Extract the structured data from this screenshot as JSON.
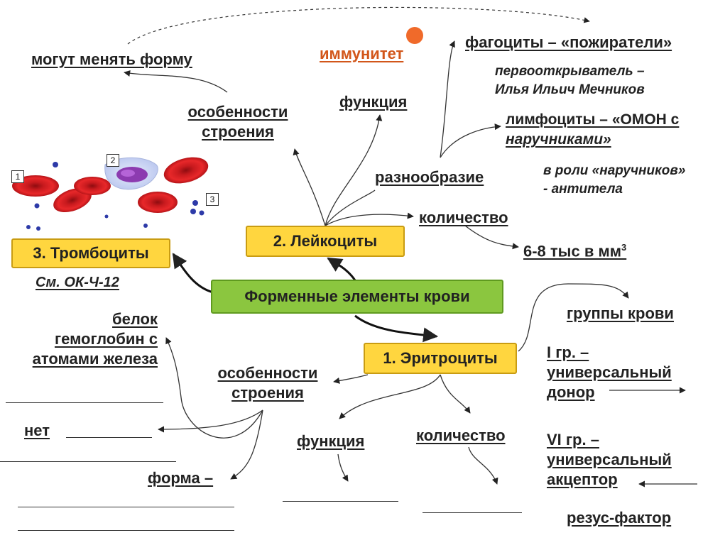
{
  "center": "Форменные элементы крови",
  "erythrocytes": {
    "title": "1. Эритроциты",
    "structure": [
      "особенности",
      "строения"
    ],
    "protein": [
      "белок",
      "гемоглобин с",
      "атомами железа"
    ],
    "nucleus": "нет",
    "shape": "форма –",
    "function": "функция",
    "quantity": "количество",
    "groups": "группы крови",
    "group1": [
      "I гр. –",
      "универсальный",
      "донор"
    ],
    "group4": [
      "VI гр. –",
      "универсальный",
      "акцептор"
    ],
    "rh": "резус-фактор"
  },
  "leukocytes": {
    "title": "2. Лейкоциты",
    "structure": [
      "особенности",
      "строения"
    ],
    "change_shape": "могут менять форму",
    "function": "функция",
    "immunity": "иммунитет",
    "diversity": "разнообразие",
    "phagocytes": "фагоциты – «пожиратели»",
    "discoverer": [
      "первооткрыватель –",
      "Илья Ильич Мечников"
    ],
    "lymphocytes": [
      "лимфоциты – «ОМОН с",
      "наручниками»"
    ],
    "antibodies": [
      "в роли «наручников»",
      "- антитела"
    ],
    "quantity": "количество",
    "quantity_value": "6-8 тыс в мм",
    "quantity_sup": "3"
  },
  "thrombocytes": {
    "title": "3. Тромбоциты",
    "ref": "См. ОК-Ч-12"
  },
  "illustration": {
    "labels": [
      "1",
      "2",
      "3"
    ]
  },
  "colors": {
    "yellow_box": "#ffd63f",
    "green_box": "#8bc63f",
    "immunity_dot": "#f06a2a",
    "red_cell": "#d81e22"
  }
}
